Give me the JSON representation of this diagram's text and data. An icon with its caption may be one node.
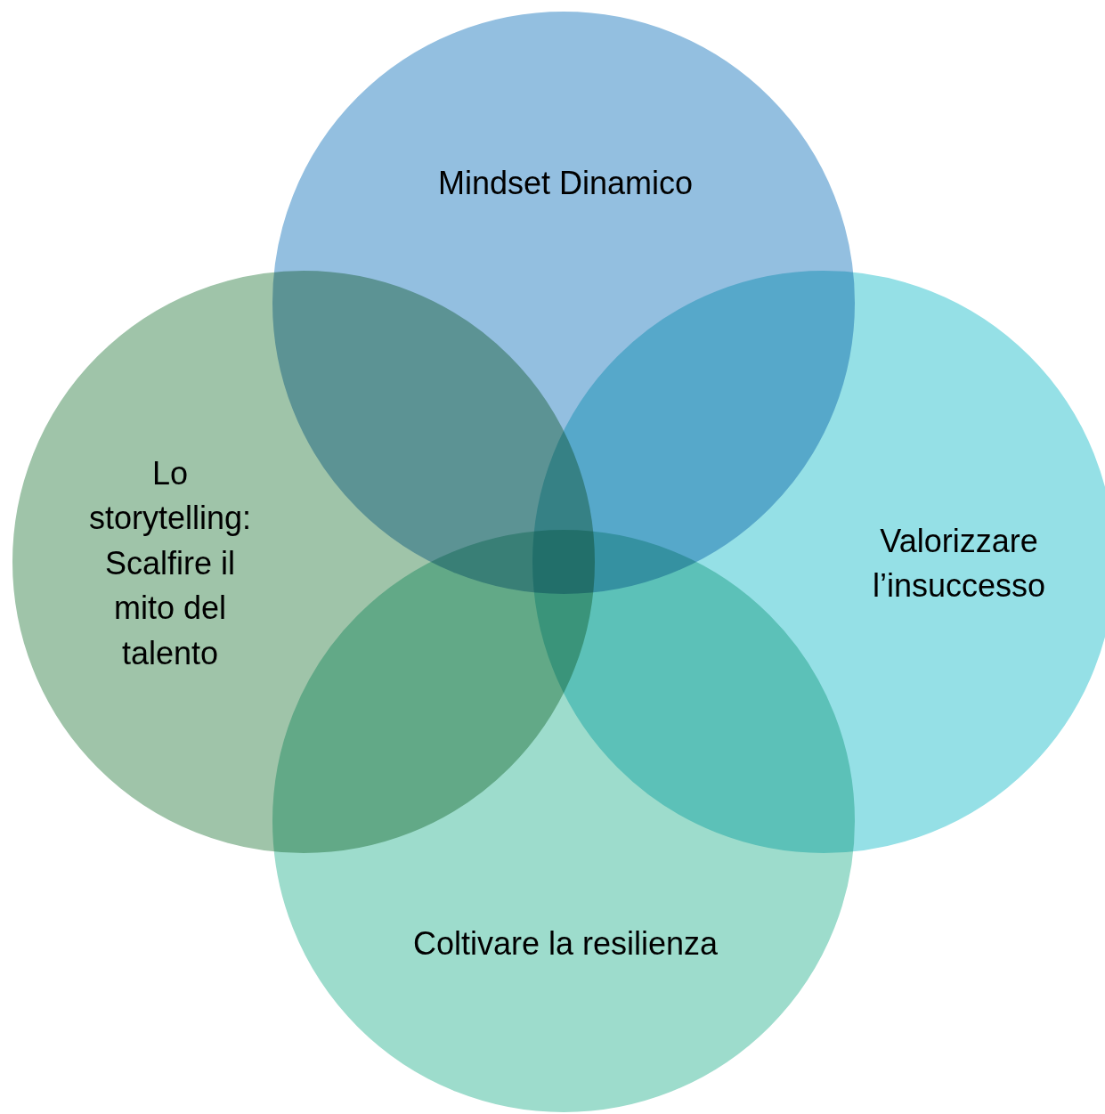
{
  "diagram": {
    "nodes": [
      {
        "text": [
          "Mindset Dinamico"
        ]
      },
      {
        "text": [
          "Lo storytelling: Scalfire il mito del talento"
        ]
      },
      {
        "text": [
          "Valorizzare l’insuccesso"
        ]
      },
      {
        "text": [
          "Coltivare la resilienza"
        ]
      }
    ]
  }
}
